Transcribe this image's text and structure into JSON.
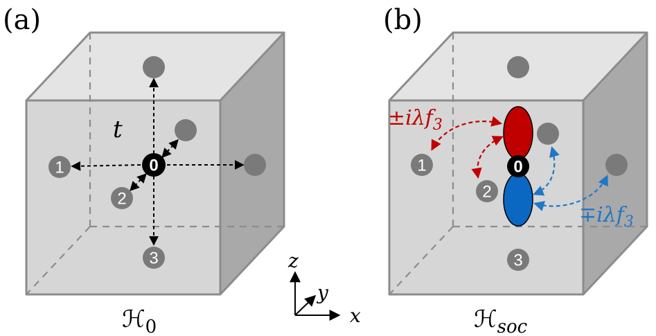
{
  "panel_a": {
    "label": "(a)",
    "hopping_label": "t",
    "sites": [
      "1",
      "2",
      "3"
    ],
    "origin": "0",
    "caption_main": "ℋ",
    "caption_sub": "0"
  },
  "panel_b": {
    "label": "(b)",
    "sites": [
      "1",
      "2",
      "3"
    ],
    "origin": "0",
    "red_term": "±iλf",
    "red_term_sub": "3",
    "blue_term": "∓iλf",
    "blue_term_sub": "3",
    "caption_main": "ℋ",
    "caption_sub": "soc",
    "colors": {
      "upper_lobe": "#c00000",
      "lower_lobe": "#0a68c2"
    }
  },
  "axes": {
    "z": "z",
    "y": "y",
    "x": "x"
  }
}
